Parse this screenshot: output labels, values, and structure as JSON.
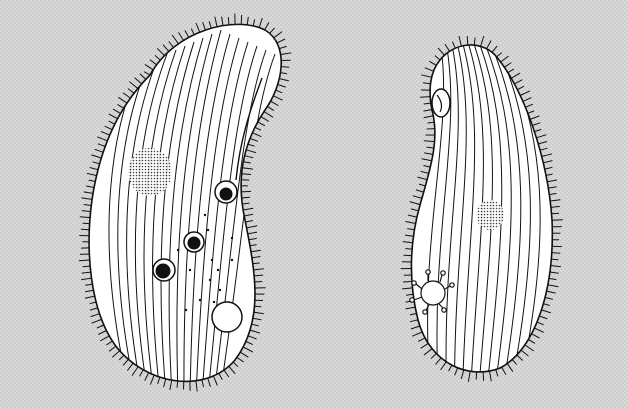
{
  "figure": {
    "background_color": "#d9d9d9",
    "stipple_color": "#9a9a9a",
    "ink_color": "#111111",
    "organisms": [
      {
        "id": "left-ciliate",
        "view": "oral-side",
        "structures": [
          "cilia-fringe",
          "longitudinal-kineties",
          "oral-groove",
          "macronucleus",
          "food-vacuole",
          "food-vacuole",
          "food-vacuole",
          "contractile-vacuole"
        ]
      },
      {
        "id": "right-ciliate",
        "view": "lateral",
        "structures": [
          "cilia-fringe",
          "longitudinal-kineties",
          "cytostome",
          "macronucleus",
          "contractile-vacuole-with-radial-canals"
        ]
      }
    ]
  }
}
